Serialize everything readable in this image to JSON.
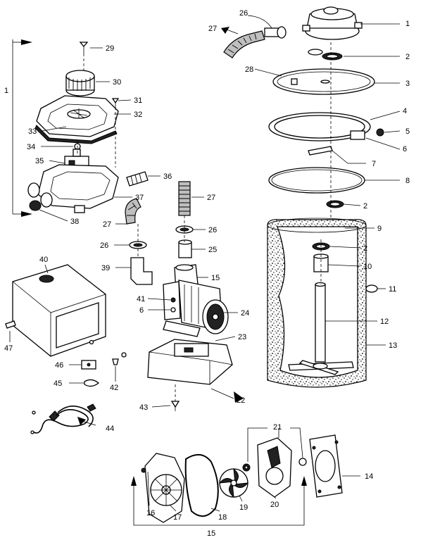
{
  "colors": {
    "ink": "#000000",
    "paper": "#ffffff",
    "shade": "#bfbfbf"
  },
  "callouts": [
    "1",
    "2",
    "3",
    "4",
    "5",
    "6",
    "7",
    "8",
    "9",
    "10",
    "11",
    "12",
    "13",
    "14",
    "15",
    "16",
    "17",
    "18",
    "19",
    "20",
    "21",
    "22",
    "23",
    "24",
    "25",
    "26",
    "27",
    "28",
    "29",
    "30",
    "31",
    "32",
    "33",
    "34",
    "35",
    "36",
    "37",
    "38",
    "39",
    "40",
    "41",
    "42",
    "43",
    "44",
    "45",
    "46",
    "47"
  ]
}
